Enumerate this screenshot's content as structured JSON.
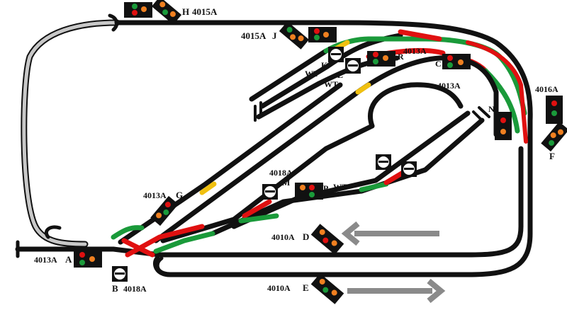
{
  "labels": {
    "H": "H",
    "J": "J",
    "K": "K",
    "L": "L",
    "R": "R",
    "C": "C",
    "N": "N",
    "F": "F",
    "G": "G",
    "M": "M",
    "P": "P",
    "A": "A",
    "B": "B",
    "D": "D",
    "E": "E",
    "wt_k": "WT",
    "wt_l": "WT",
    "wt_p": "WT"
  },
  "models": {
    "h": "4015A",
    "j": "4015A",
    "r": "4013A",
    "c": "4013A",
    "f": "4016A",
    "g": "4013A",
    "m": "4018A",
    "a": "4013A",
    "b": "4018A",
    "d": "4010A",
    "e": "4010A"
  },
  "colors": {
    "track": "#111111",
    "occupied": "#e01010",
    "clear": "#1a9a3a",
    "caution": "#f0c010",
    "hidden_track": "#c8c8c8",
    "arrow": "#8a8a8a",
    "lamp_red": "#e01010",
    "lamp_green": "#1a9a3a",
    "lamp_amber": "#f08020"
  },
  "icons": [
    "signal-icon",
    "shunt-signal-icon",
    "buffer-stop-icon",
    "direction-arrow-icon"
  ]
}
